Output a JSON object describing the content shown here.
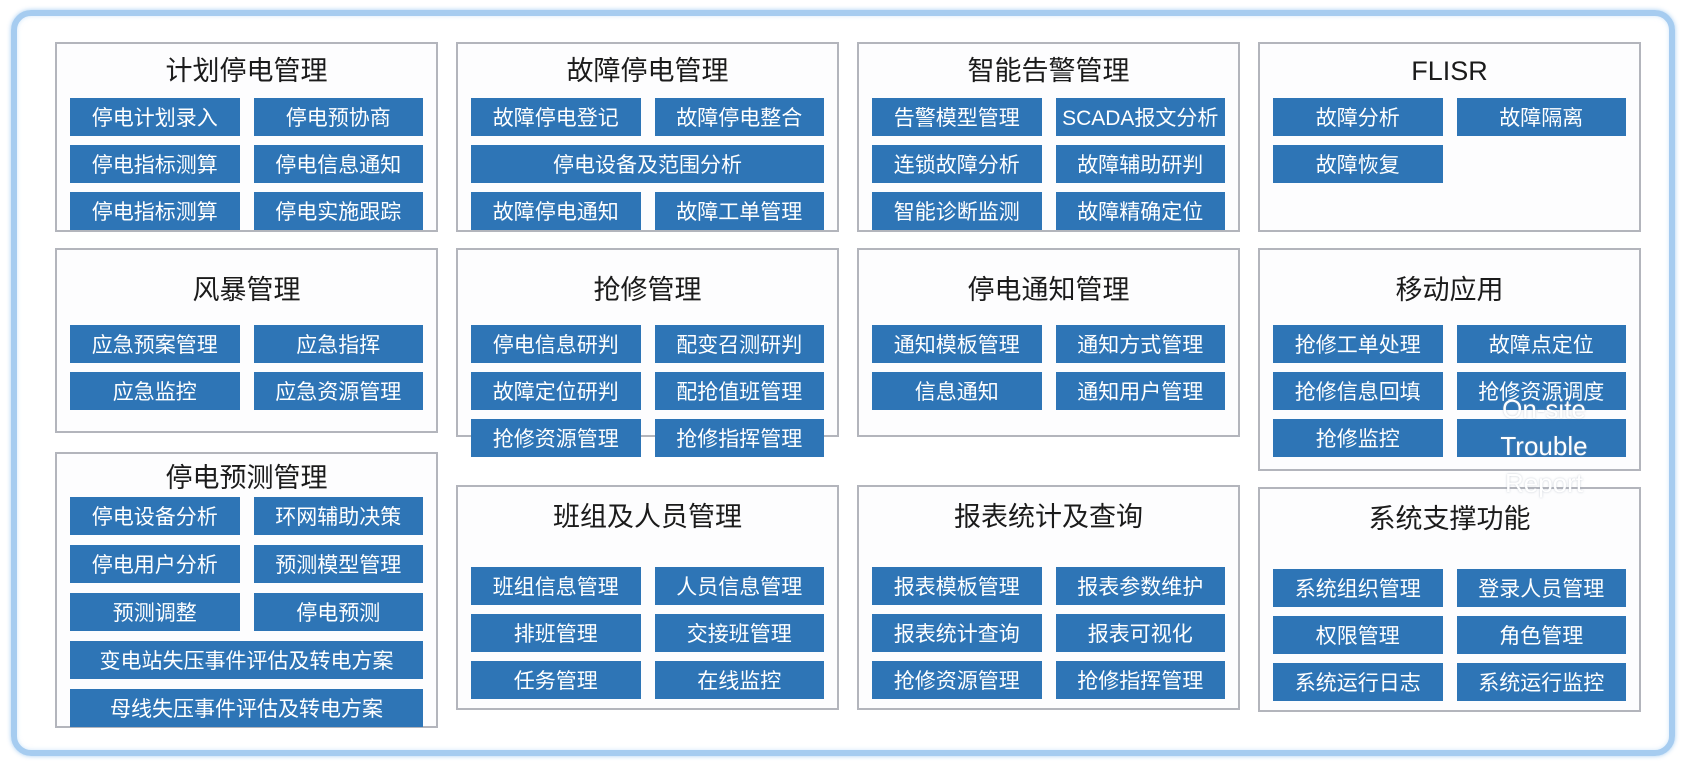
{
  "colors": {
    "button_bg": "#2E75B6",
    "button_text": "#FFFFFF",
    "panel_border": "#B3B5BC",
    "frame_border": "#A6CCF0",
    "title_text": "#1B1B1B"
  },
  "panels": [
    {
      "title": "计划停电管理",
      "buttons": [
        "停电计划录入",
        "停电预协商",
        "停电指标测算",
        "停电信息通知",
        "停电指标测算",
        "停电实施跟踪"
      ]
    },
    {
      "title": "故障停电管理",
      "buttons": [
        "故障停电登记",
        "故障停电整合",
        "停电设备及范围分析",
        "故障停电通知",
        "故障工单管理"
      ]
    },
    {
      "title": "智能告警管理",
      "buttons": [
        "告警模型管理",
        "SCADA报文分析",
        "连锁故障分析",
        "故障辅助研判",
        "智能诊断监测",
        "故障精确定位"
      ]
    },
    {
      "title": "FLISR",
      "buttons": [
        "故障分析",
        "故障隔离",
        "故障恢复"
      ]
    },
    {
      "title": "风暴管理",
      "buttons": [
        "应急预案管理",
        "应急指挥",
        "应急监控",
        "应急资源管理"
      ]
    },
    {
      "title": "抢修管理",
      "buttons": [
        "停电信息研判",
        "配变召测研判",
        "故障定位研判",
        "配抢值班管理",
        "抢修资源管理",
        "抢修指挥管理"
      ]
    },
    {
      "title": "停电通知管理",
      "buttons": [
        "通知模板管理",
        "通知方式管理",
        "信息通知",
        "通知用户管理"
      ]
    },
    {
      "title": "移动应用",
      "buttons": [
        "抢修工单处理",
        "故障点定位",
        "抢修信息回填",
        "抢修资源调度",
        "抢修监控",
        ""
      ],
      "overlay": {
        "lines": [
          "On-site",
          "Trouble",
          "Report"
        ]
      }
    },
    {
      "title": "停电预测管理",
      "buttons": [
        "停电设备分析",
        "环网辅助决策",
        "停电用户分析",
        "预测模型管理",
        "预测调整",
        "停电预测",
        "变电站失压事件评估及转电方案",
        "母线失压事件评估及转电方案"
      ]
    },
    {
      "title": "班组及人员管理",
      "buttons": [
        "班组信息管理",
        "人员信息管理",
        "排班管理",
        "交接班管理",
        "任务管理",
        "在线监控"
      ]
    },
    {
      "title": "报表统计及查询",
      "buttons": [
        "报表模板管理",
        "报表参数维护",
        "报表统计查询",
        "报表可视化",
        "抢修资源管理",
        "抢修指挥管理"
      ]
    },
    {
      "title": "系统支撑功能",
      "buttons": [
        "系统组织管理",
        "登录人员管理",
        "权限管理",
        "角色管理",
        "系统运行日志",
        "系统运行监控"
      ]
    }
  ]
}
